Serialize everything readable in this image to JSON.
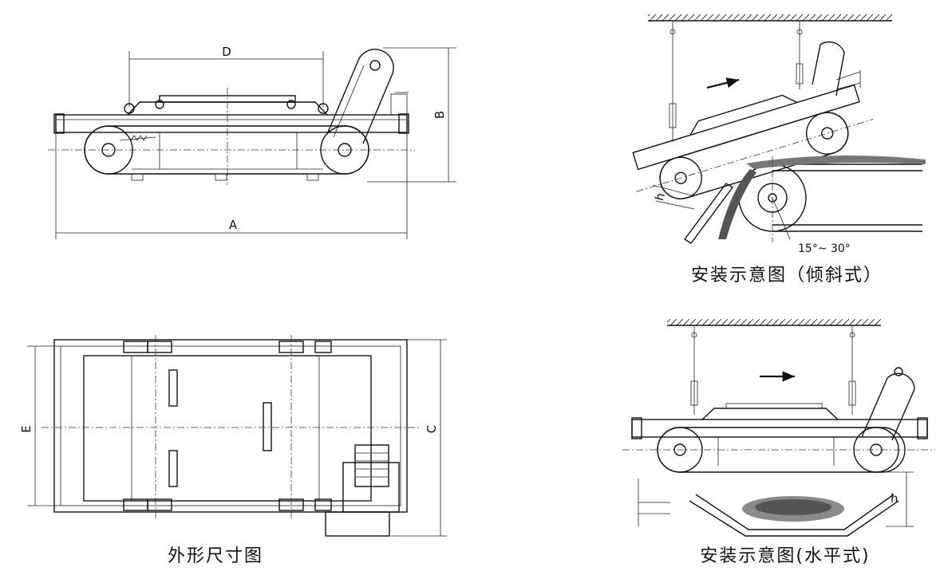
{
  "side_view": {
    "dim_a": "A",
    "dim_b": "B",
    "dim_d": "D"
  },
  "top_view": {
    "dim_c": "C",
    "dim_e": "E",
    "caption": "外形尺寸图"
  },
  "inclined_install": {
    "caption": "安装示意图（倾斜式）",
    "angle": "15°~ 30°",
    "dim_h": "h"
  },
  "horizontal_install": {
    "caption": "安装示意图(水平式)",
    "dim_h": "h"
  }
}
